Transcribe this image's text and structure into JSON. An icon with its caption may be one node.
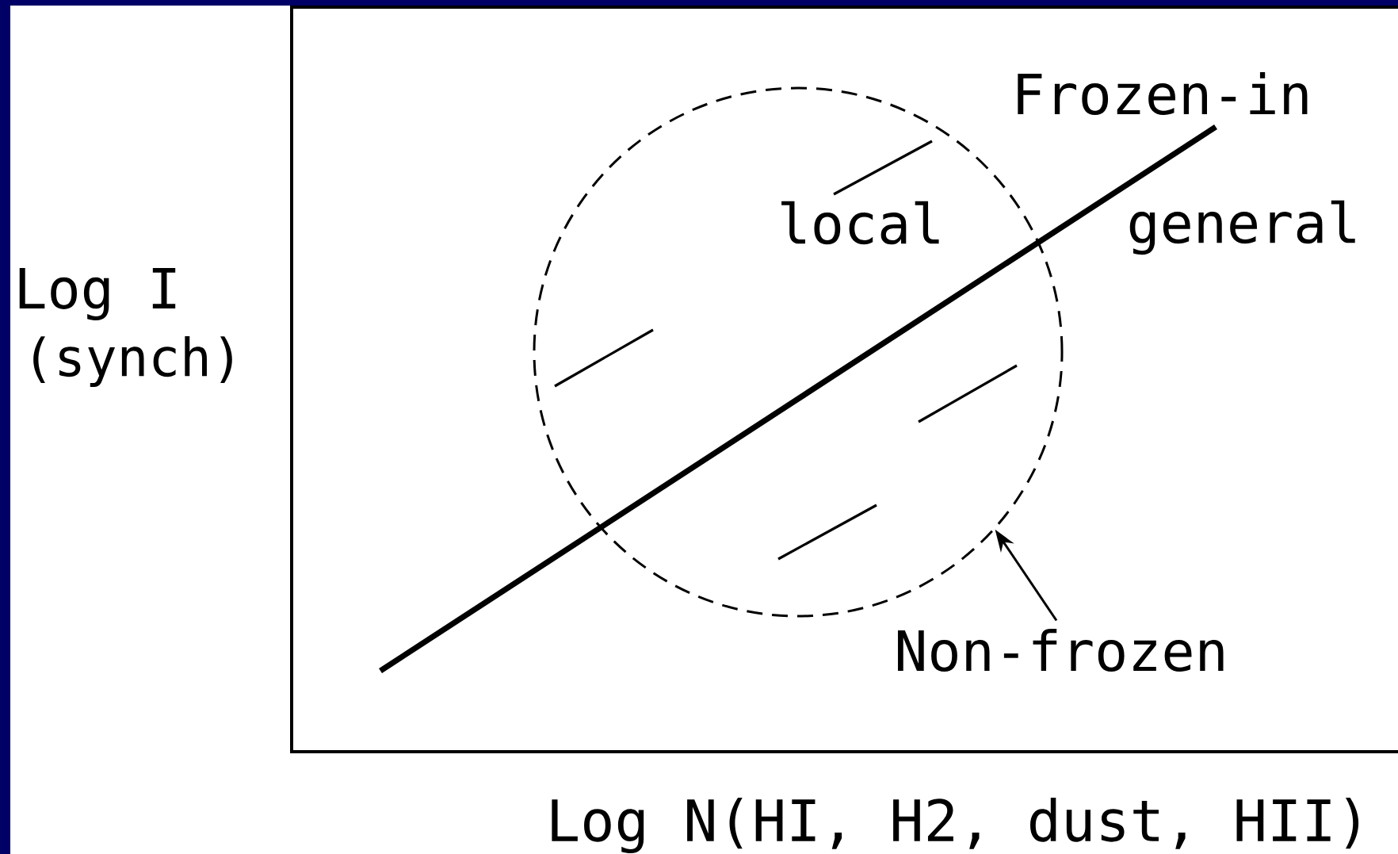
{
  "diagram": {
    "nodes": [
      {
        "text": [
          "Non-frozen"
        ]
      },
      {
        "text": [
          "local"
        ]
      }
    ],
    "edges": [
      {
        "from": 0,
        "to": 1,
        "arrow": "to"
      }
    ],
    "labels": [
      "Frozen-in",
      "general",
      "Log I",
      "(synch)",
      "Log N(HI, H2, dust, HII)"
    ]
  }
}
